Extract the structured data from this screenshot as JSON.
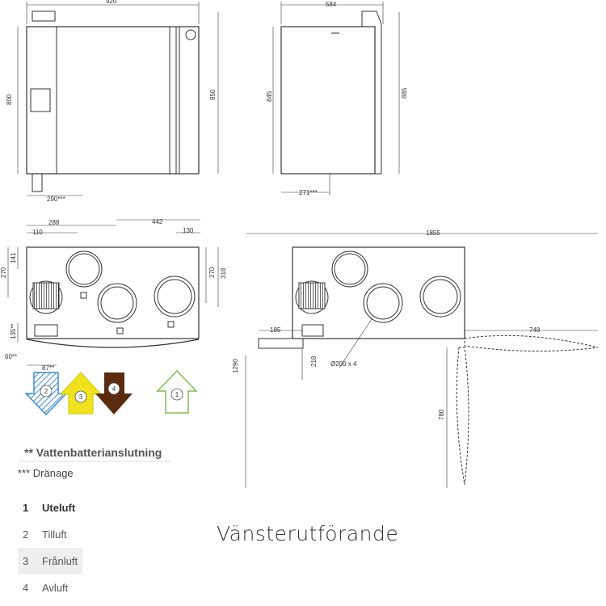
{
  "title": "Vänsterutförande",
  "notes": {
    "water_battery": "** Vattenbatterianslutning",
    "drain": "*** Dränage"
  },
  "legend": {
    "header": {
      "num": "1",
      "label": "Uteluft"
    },
    "rows": [
      {
        "num": "2",
        "label": "Tilluft"
      },
      {
        "num": "3",
        "label": "Frånluft"
      },
      {
        "num": "4",
        "label": "Avluft"
      }
    ]
  },
  "arrows": [
    {
      "num": "2",
      "label": "Tilluft",
      "direction": "down",
      "color": "#3a8ed0",
      "style": "hatched"
    },
    {
      "num": "3",
      "label": "Frånluft",
      "direction": "up",
      "color": "#f0e21c"
    },
    {
      "num": "4",
      "label": "Avluft",
      "direction": "down",
      "color": "#5b2b10"
    },
    {
      "num": "1",
      "label": "Uteluft",
      "direction": "up",
      "color": "#7cc151"
    }
  ],
  "dimensions": {
    "front_width": "920",
    "front_height": "800",
    "front_total_height": "850",
    "front_drain": "290***",
    "side_depth": "584",
    "side_height": "845",
    "side_total_height": "885",
    "side_drain": "271***",
    "top_288": "288",
    "top_110": "110",
    "top_442": "442",
    "top_130": "130",
    "top_270_left": "270",
    "top_141": "141",
    "top_270_right": "270",
    "top_318": "318",
    "top_135": "135**",
    "top_60": "60**",
    "top_87": "87**",
    "plan_1855": "1855",
    "plan_185": "185",
    "plan_748": "748",
    "plan_218": "218",
    "plan_diameter": "Ø200 x 4",
    "plan_1290": "1290",
    "plan_780": "780"
  }
}
